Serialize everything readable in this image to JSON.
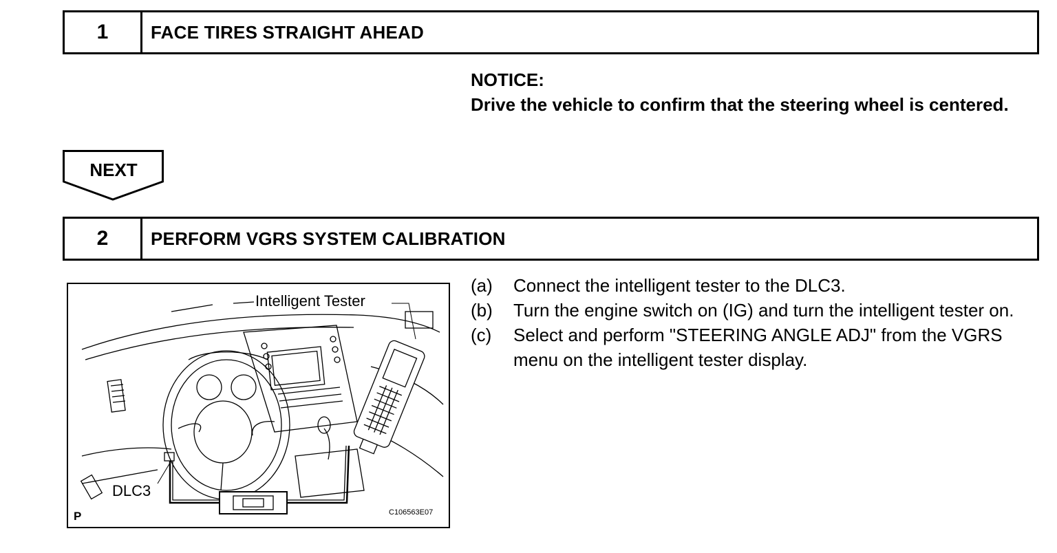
{
  "step1": {
    "number": "1",
    "title": "FACE TIRES STRAIGHT AHEAD"
  },
  "notice": {
    "heading": "NOTICE:",
    "text": "Drive the vehicle to confirm that the steering wheel is centered."
  },
  "next_label": "NEXT",
  "step2": {
    "number": "2",
    "title": "PERFORM VGRS SYSTEM CALIBRATION"
  },
  "instructions": [
    {
      "marker": "(a)",
      "text": "Connect the intelligent tester to the DLC3."
    },
    {
      "marker": "(b)",
      "text": "Turn the engine switch on (IG) and turn the intelligent tester on."
    },
    {
      "marker": "(c)",
      "text": "Select and perform \"STEERING ANGLE ADJ\" from the VGRS menu on the intelligent tester display."
    }
  ],
  "figure": {
    "tester_label": "Intelligent Tester",
    "dlc_label": "DLC3",
    "corner_letter": "P",
    "figure_code": "C106563E07"
  }
}
